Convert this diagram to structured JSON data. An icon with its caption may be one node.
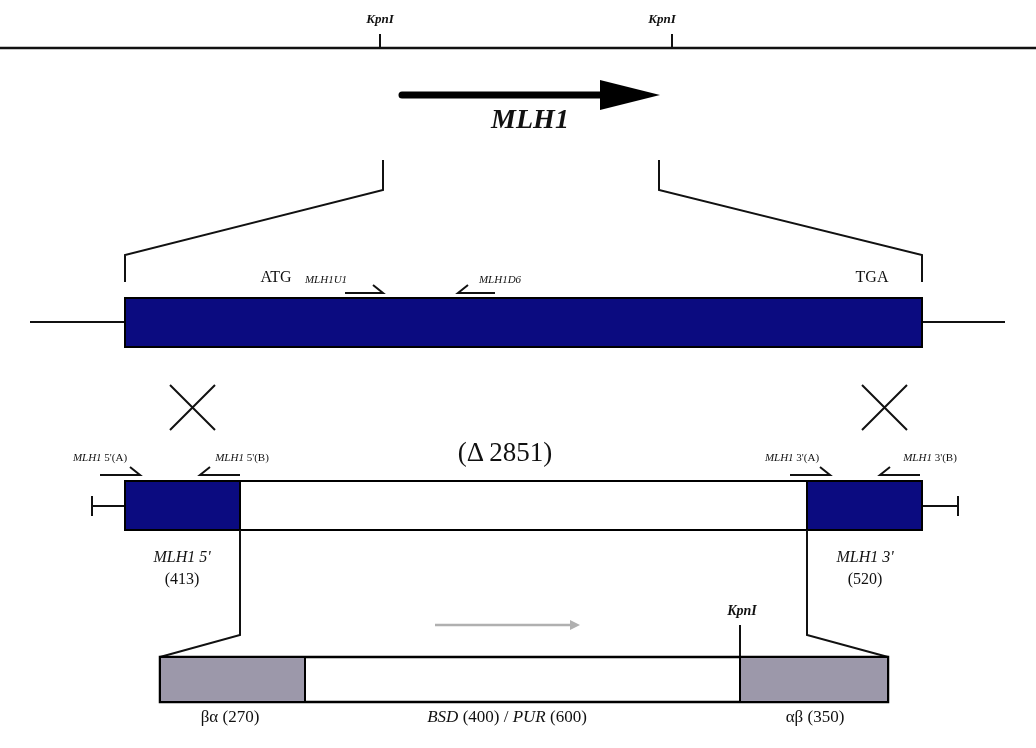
{
  "diagram": {
    "labels": [
      "KpnI",
      "KpnI",
      "MLH1",
      "ATG",
      "MLH1U1",
      "MLH1D6",
      "TGA",
      "*MLH1* 5'(A)",
      "*MLH1* 5'(B)",
      "(Δ 2851)",
      "*MLH1* 3'(A)",
      "*MLH1* 3'(B)",
      "MLH1 5'",
      "(413)",
      "MLH1 3'",
      "(520)",
      "KpnI",
      "βα (270)",
      "*BSD* (400) / *PUR* (600)",
      "αβ (350)"
    ]
  }
}
